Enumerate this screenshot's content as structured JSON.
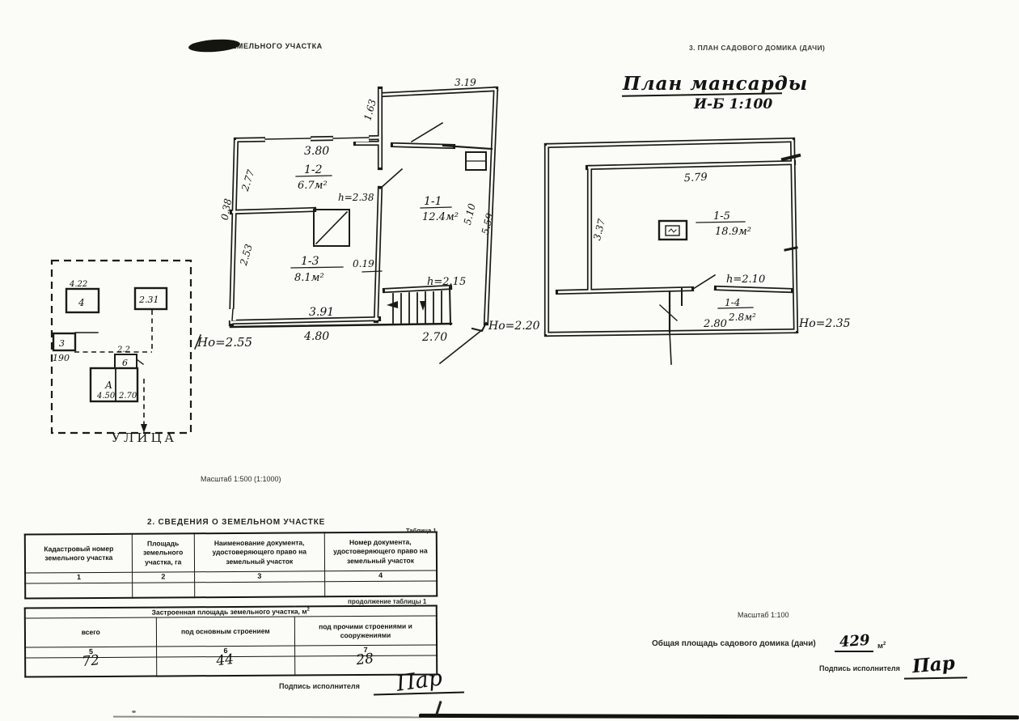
{
  "page": {
    "title_left": "1. ПЛАН ЗЕМЕЛЬНОГО УЧАСТКА",
    "title_right": "3. ПЛАН САДОВОГО ДОМИКА (ДАЧИ)",
    "mansard_title": "План мансарды",
    "mansard_scale": "И-Б 1:100",
    "site_scale": "Масштаб 1:500 (1:1000)",
    "house_scale": "Масштаб 1:100"
  },
  "ground_plan": {
    "dim_top": "3.19",
    "dim_163": "1.63",
    "dim_380": "3.80",
    "room12": "1-2",
    "room12_area": "6.7м²",
    "h238": "h=2.38",
    "dim_277": "2.77",
    "dim_038": "0.38",
    "dim_253": "2.53",
    "room11": "1-1",
    "room11_area": "12.4м²",
    "dim_510": "5.10",
    "dim_559": "5.59",
    "room13": "1-3",
    "room13_area": "8.1м²",
    "dim_019": "0.19",
    "h215": "h=2.15",
    "dim_391": "3.91",
    "dim_480": "4.80",
    "dim_270": "2.70",
    "ho_left": "Но=2.55",
    "ho_right": "Но=2.20"
  },
  "mansard_plan": {
    "dim_579": "5.79",
    "dim_337": "3.37",
    "room15": "1-5",
    "room15_area": "18.9м²",
    "h210": "h=2.10",
    "room14": "1-4",
    "room14_area": "2.8м²",
    "dim_280": "2.80",
    "ho": "Но=2.35"
  },
  "site_plan": {
    "dim_422": "4.22",
    "b1": "4",
    "b2": "2.31",
    "b3": "3",
    "dim_190": "190",
    "dim_22": "2.2",
    "b4": "6",
    "house": "А",
    "dim_450": "4.50",
    "dim_270": "2.70",
    "street": "УЛИЦА"
  },
  "table1": {
    "caption": "2. СВЕДЕНИЯ  О ЗЕМЕЛЬНОМ УЧАСТКЕ",
    "tag": "Таблица 1",
    "headers": [
      "Кадастровый номер земельного участка",
      "Площадь земельного участка, га",
      "Наименование документа, удостоверяющего право на земельный участок",
      "Номер документа, удостоверяющего право на земельный участок"
    ],
    "numbers": [
      "1",
      "2",
      "3",
      "4"
    ]
  },
  "table2": {
    "tag": "продолжение таблицы 1",
    "span_header": "Застроенная площадь земельного участка, м",
    "span_sup": "2",
    "headers": [
      "всего",
      "под основным строением",
      "под прочими строениями и сооружениями"
    ],
    "numbers": [
      "5",
      "6",
      "7"
    ],
    "values": [
      "72",
      "44",
      "28"
    ]
  },
  "footer": {
    "sign_label_left": "Подпись исполнителя",
    "sign_left": "Пар",
    "area_label": "Общая площадь садового домика (дачи)",
    "area_value": "429",
    "area_unit": "м",
    "area_unit_sup": "2",
    "sign_label_right": "Подпись исполнителя",
    "sign_right": "Пар"
  }
}
